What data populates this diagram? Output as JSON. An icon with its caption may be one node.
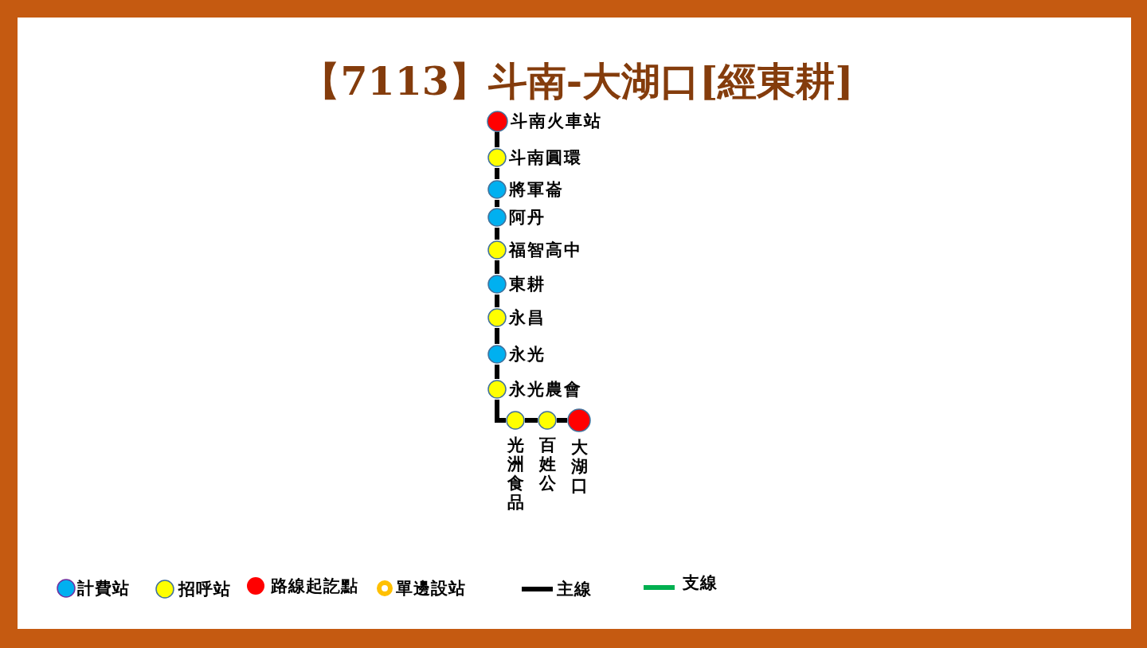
{
  "diagram": {
    "title": "【7113】斗南-大湖口[經東耕]",
    "nodes": [
      {
        "text": [
          "斗南火車站"
        ]
      },
      {
        "text": [
          "斗南圓環"
        ]
      },
      {
        "text": [
          "將軍崙"
        ]
      },
      {
        "text": [
          "阿丹"
        ]
      },
      {
        "text": [
          "福智高中"
        ]
      },
      {
        "text": [
          "東耕"
        ]
      },
      {
        "text": [
          "永昌"
        ]
      },
      {
        "text": [
          "永光"
        ]
      },
      {
        "text": [
          "永光農會"
        ]
      },
      {
        "text": [
          "光洲食品"
        ]
      },
      {
        "text": [
          "百姓公"
        ]
      },
      {
        "text": [
          "大湖口"
        ]
      }
    ],
    "edges": [
      {
        "from": 0,
        "to": 1,
        "arrow": "none"
      },
      {
        "from": 1,
        "to": 2,
        "arrow": "none"
      },
      {
        "from": 2,
        "to": 3,
        "arrow": "none"
      },
      {
        "from": 3,
        "to": 4,
        "arrow": "none"
      },
      {
        "from": 4,
        "to": 5,
        "arrow": "none"
      },
      {
        "from": 5,
        "to": 6,
        "arrow": "none"
      },
      {
        "from": 6,
        "to": 7,
        "arrow": "none"
      },
      {
        "from": 7,
        "to": 8,
        "arrow": "none"
      },
      {
        "from": 8,
        "to": 9,
        "arrow": "none"
      },
      {
        "from": 9,
        "to": 10,
        "arrow": "none"
      },
      {
        "from": 10,
        "to": 11,
        "arrow": "none"
      }
    ],
    "legend": [
      {
        "text": "計費站",
        "color": "#00b0f0"
      },
      {
        "text": "招呼站",
        "color": "#ffff00"
      },
      {
        "text": "路線起訖點",
        "color": "#ff0000"
      },
      {
        "text": "單邊設站",
        "color": "#ffc000"
      },
      {
        "text": "主線"
      },
      {
        "text": "支線"
      }
    ]
  }
}
